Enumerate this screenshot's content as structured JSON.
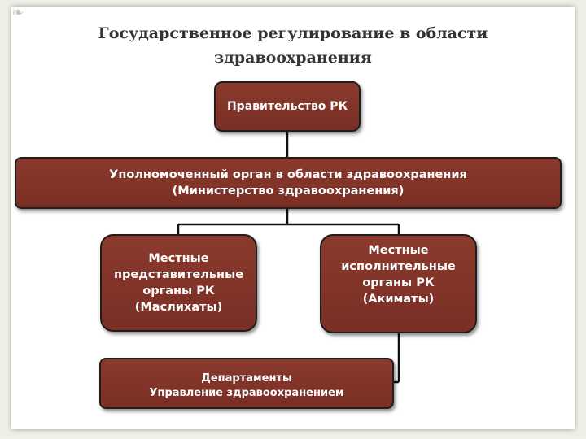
{
  "title": {
    "line1": "Государственное регулирование в области",
    "line2": "здравоохранения"
  },
  "nodes": {
    "government": {
      "line1": "Правительство РК"
    },
    "authority": {
      "line1": "Уполномоченный орган в области здравоохранения",
      "line2": "(Министерство здравоохранения)"
    },
    "maslikhats": {
      "line1": "Местные",
      "line2": "представительные",
      "line3": "органы РК",
      "line4": "(Маслихаты)"
    },
    "akimats": {
      "line1": "Местные",
      "line2": "исполнительные",
      "line3": "органы РК",
      "line4": "(Акиматы)"
    },
    "departments": {
      "line1": "Департаменты",
      "line2": "Управление здравоохранением"
    }
  },
  "colors": {
    "node_fill": "#7f3226",
    "node_border": "#1e1e1e",
    "connector": "#111111",
    "title_text": "#333333",
    "node_text": "#ffffff"
  }
}
